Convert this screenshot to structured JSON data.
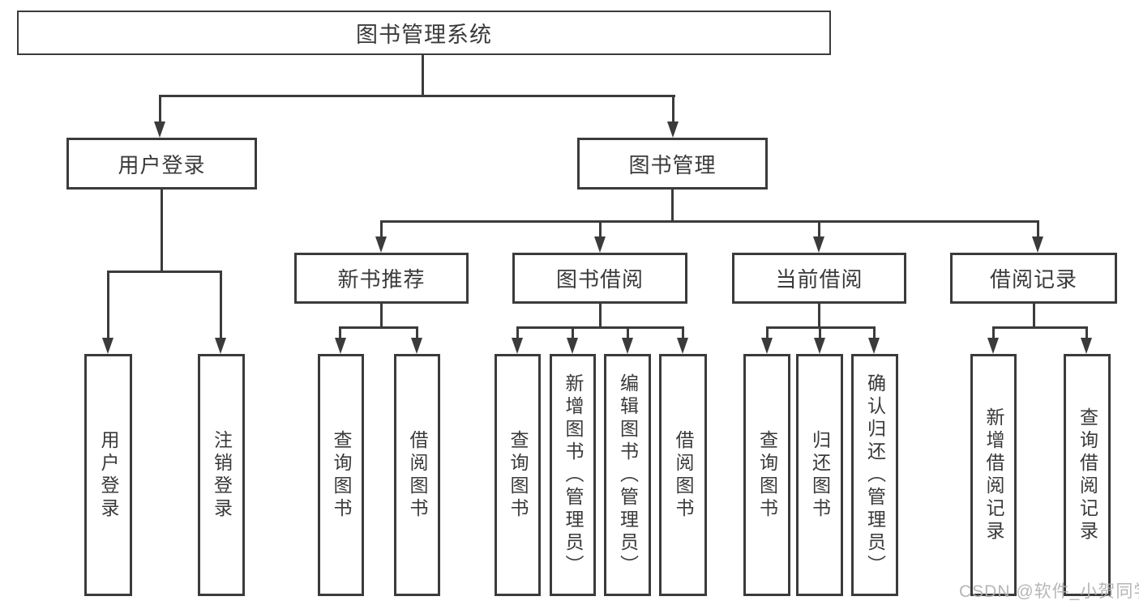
{
  "tree": {
    "label": "图书管理系统",
    "children": [
      {
        "label": "用户登录",
        "children": [
          {
            "label": "用户登录"
          },
          {
            "label": "注销登录"
          }
        ]
      },
      {
        "label": "图书管理",
        "children": [
          {
            "label": "新书推荐",
            "children": [
              {
                "label": "查询图书"
              },
              {
                "label": "借阅图书"
              }
            ]
          },
          {
            "label": "图书借阅",
            "children": [
              {
                "label": "查询图书"
              },
              {
                "label": "新增图书（管理员）"
              },
              {
                "label": "编辑图书（管理员）"
              },
              {
                "label": "借阅图书"
              }
            ]
          },
          {
            "label": "当前借阅",
            "children": [
              {
                "label": "查询图书"
              },
              {
                "label": "归还图书"
              },
              {
                "label": "确认归还（管理员）"
              }
            ]
          },
          {
            "label": "借阅记录",
            "children": [
              {
                "label": "新增借阅记录"
              },
              {
                "label": "查询借阅记录"
              }
            ]
          }
        ]
      }
    ]
  },
  "watermark": "CSDN @软件_小贺同学",
  "colors": {
    "line": "#3b3b3b",
    "text": "#3a3a3a",
    "watermark_text": "#b0b0b0",
    "background": "#ffffff"
  }
}
